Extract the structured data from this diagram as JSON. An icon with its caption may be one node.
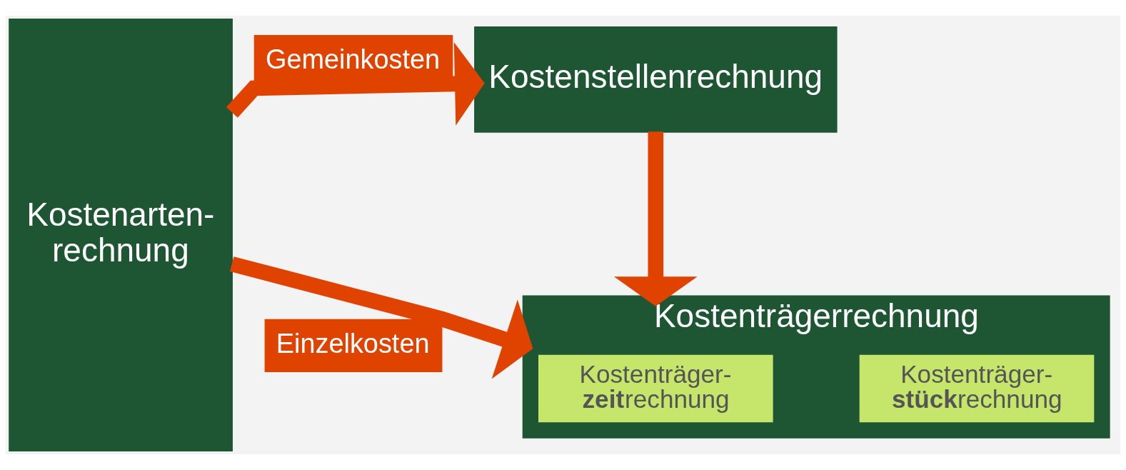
{
  "diagram": {
    "nodes": [
      {
        "text": [
          "Kostenarten- rechnung"
        ]
      },
      {
        "text": [
          "Kostenstellenrechnung"
        ]
      },
      {
        "text": [
          "Kostenträgerrechnung"
        ]
      },
      {
        "text": [
          "Kostenträger- **zeit**rechnung"
        ],
        "in": 2
      },
      {
        "text": [
          "Kostenträger- **stück**rechnung"
        ],
        "in": 2
      }
    ],
    "edges": [
      {
        "from": 0,
        "to": 1,
        "arrow": "to",
        "label": "Gemeinkosten"
      },
      {
        "from": 0,
        "to": 3,
        "arrow": "to",
        "label": "Einzelkosten"
      },
      {
        "from": 1,
        "to": 3,
        "arrow": "to"
      }
    ]
  }
}
